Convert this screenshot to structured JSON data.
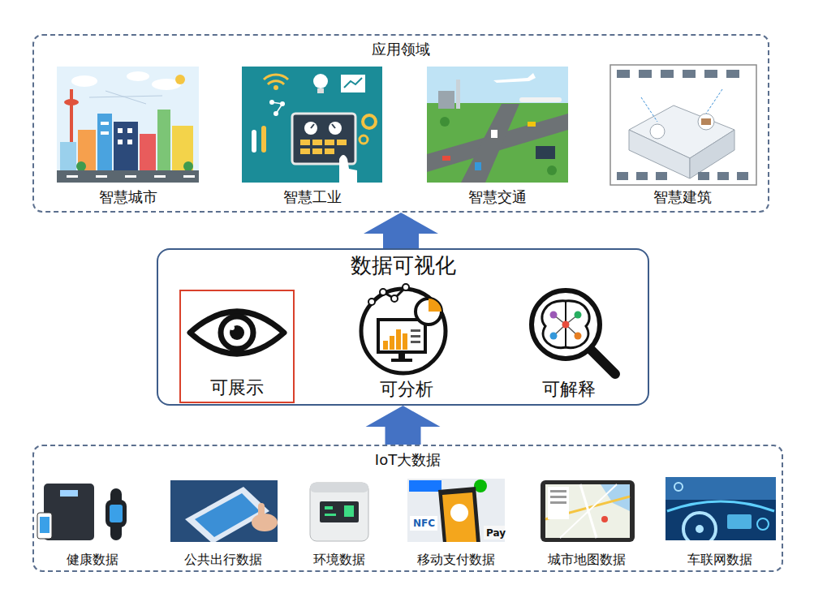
{
  "diagram": {
    "nodes": [
      {
        "text": [
          "应用领域"
        ]
      },
      {
        "text": [
          "智慧城市"
        ],
        "in": 0
      },
      {
        "text": [
          "智慧工业"
        ],
        "in": 0
      },
      {
        "text": [
          "智慧交通"
        ],
        "in": 0
      },
      {
        "text": [
          "智慧建筑"
        ],
        "in": 0
      },
      {
        "text": [
          "数据可视化"
        ]
      },
      {
        "text": [
          "可展示"
        ],
        "in": 5
      },
      {
        "text": [
          "可分析"
        ],
        "in": 5
      },
      {
        "text": [
          "可解释"
        ],
        "in": 5
      },
      {
        "text": [
          "IoT大数据"
        ]
      },
      {
        "text": [
          "健康数据"
        ],
        "in": 9
      },
      {
        "text": [
          "公共出行数据"
        ],
        "in": 9
      },
      {
        "text": [
          "环境数据"
        ],
        "in": 9
      },
      {
        "text": [
          "移动支付数据"
        ],
        "in": 9
      },
      {
        "text": [
          "城市地图数据"
        ],
        "in": 9
      },
      {
        "text": [
          "车联网数据"
        ],
        "in": 9
      }
    ],
    "edges": [
      {
        "from": 9,
        "to": 5,
        "arrow": "to"
      },
      {
        "from": 5,
        "to": 0,
        "arrow": "to"
      }
    ],
    "labels": [
      "NFC",
      "Pay"
    ]
  }
}
